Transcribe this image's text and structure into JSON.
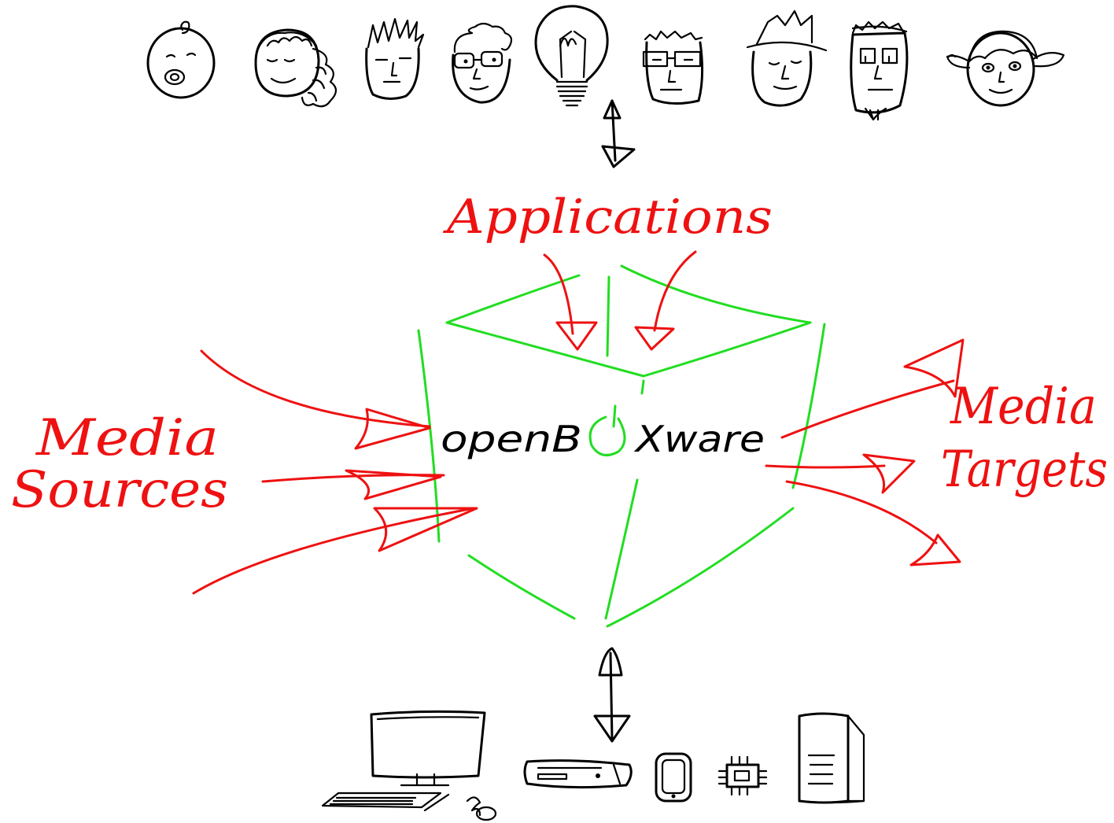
{
  "colors": {
    "ink": "#000000",
    "label": "#ee1111",
    "box": "#22dd22",
    "background": "#ffffff"
  },
  "labels": {
    "applications": "Applications",
    "media_sources_line1": "Media",
    "media_sources_line2": "Sources",
    "media_targets_line1": "Media",
    "media_targets_line2": "Targets"
  },
  "logo": {
    "before": "openB",
    "after": "Xware"
  },
  "users_icons": [
    "baby-face-icon",
    "curly-hair-face-icon",
    "spiky-hair-face-icon",
    "glasses-face-icon",
    "lightbulb-icon",
    "square-glasses-face-icon",
    "hat-face-icon",
    "goatee-face-icon",
    "pigtails-face-icon"
  ],
  "device_icons": [
    "desktop-computer-icon",
    "set-top-box-icon",
    "mobile-phone-icon",
    "chip-icon",
    "server-tower-icon"
  ]
}
